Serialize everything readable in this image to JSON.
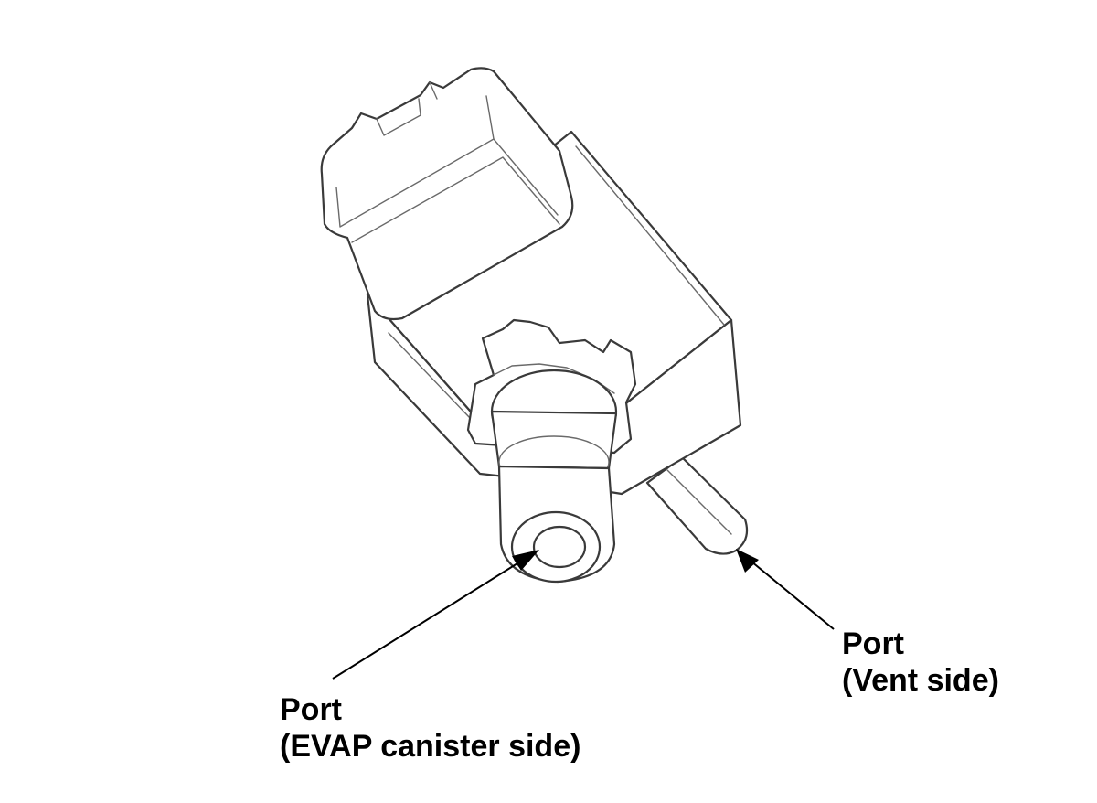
{
  "labels": {
    "evap": {
      "line1": "Port",
      "line2": "(EVAP canister side)"
    },
    "vent": {
      "line1": "Port",
      "line2": "(Vent side)"
    }
  },
  "colors": {
    "line": "#3a3a3a",
    "text": "#000000",
    "background": "#ffffff"
  }
}
